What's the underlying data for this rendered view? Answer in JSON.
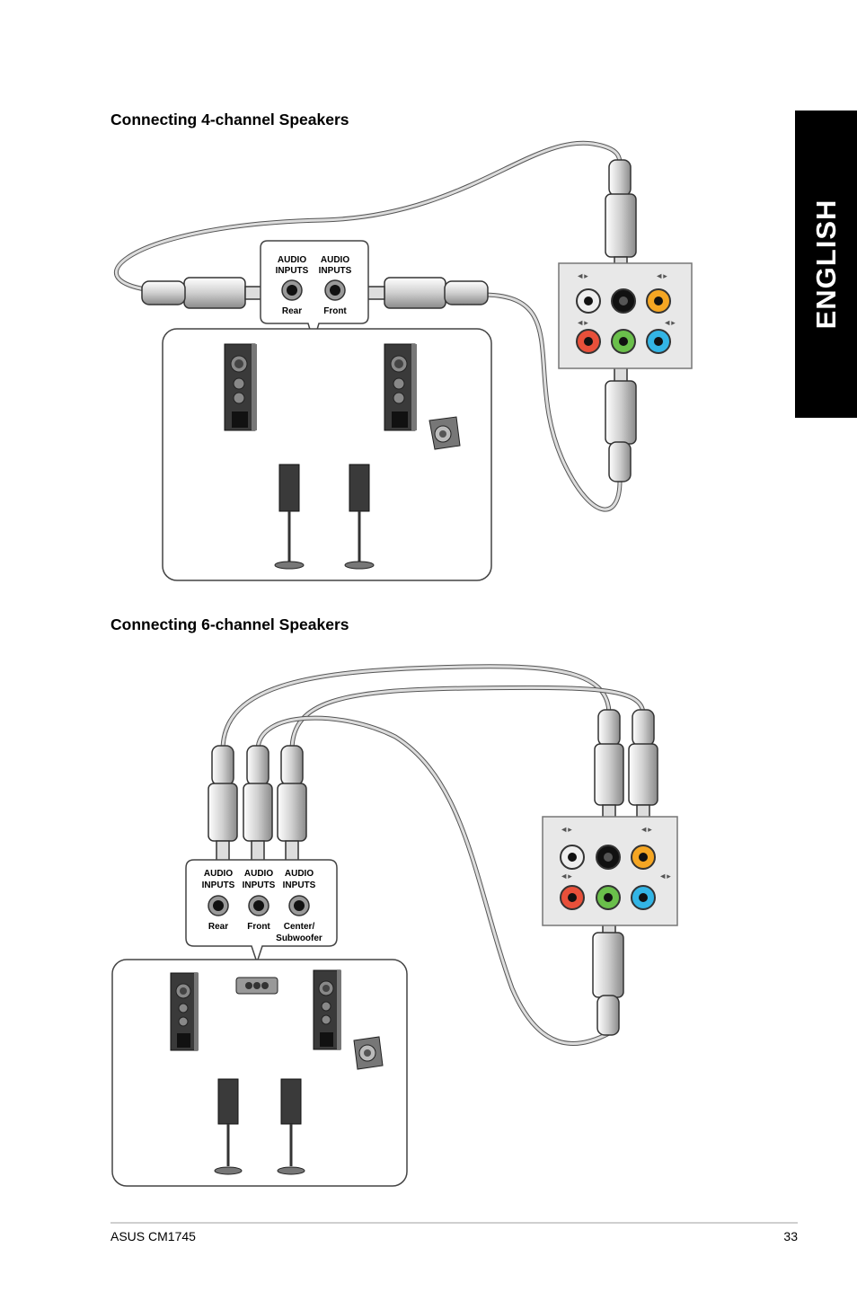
{
  "side_tab": {
    "label": "ENGLISH"
  },
  "section1": {
    "heading": "Connecting 4-channel Speakers",
    "inputs": [
      {
        "line1": "AUDIO",
        "line2": "INPUTS",
        "caption": "Rear"
      },
      {
        "line1": "AUDIO",
        "line2": "INPUTS",
        "caption": "Front"
      }
    ]
  },
  "section2": {
    "heading": "Connecting 6-channel Speakers",
    "inputs": [
      {
        "line1": "AUDIO",
        "line2": "INPUTS",
        "caption": "Rear"
      },
      {
        "line1": "AUDIO",
        "line2": "INPUTS",
        "caption": "Front"
      },
      {
        "line1": "AUDIO",
        "line2": "INPUTS",
        "caption": "Center/",
        "caption2": "Subwoofer"
      }
    ]
  },
  "port_colors": {
    "light_blue": "#33b5e5",
    "lime": "#6abf4b",
    "pink": "#e8503a",
    "orange": "#f5a623",
    "black": "#111111",
    "gray": "#eeeeee"
  },
  "footer": {
    "model": "ASUS CM1745",
    "page_number": "33"
  }
}
